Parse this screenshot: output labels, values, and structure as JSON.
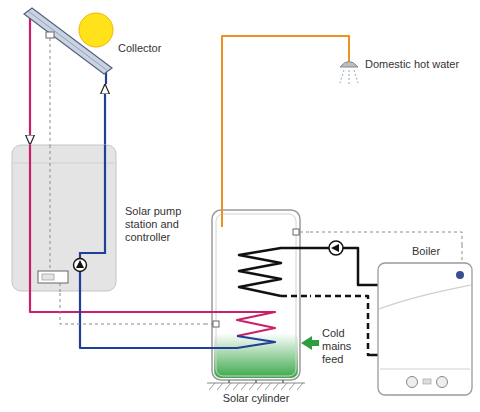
{
  "diagram": {
    "nodes": [
      {
        "text": [
          "Collector"
        ]
      },
      {
        "text": [
          "Domestic hot water"
        ]
      },
      {
        "text": [
          "Solar pump station and controller"
        ]
      },
      {
        "text": [
          "Solar cylinder"
        ]
      },
      {
        "text": [
          "Boiler"
        ]
      }
    ],
    "edges": [
      {
        "from": 0,
        "to": 2,
        "arrow": "to"
      },
      {
        "from": 2,
        "to": 0,
        "arrow": "to"
      },
      {
        "from": 0,
        "to": 2,
        "arrow": "none"
      },
      {
        "from": 2,
        "to": 3,
        "arrow": "none"
      },
      {
        "from": 3,
        "to": 2,
        "arrow": "none"
      },
      {
        "from": 2,
        "to": 3,
        "arrow": "none"
      },
      {
        "from": 3,
        "to": 1,
        "arrow": "none"
      },
      {
        "from": 3,
        "to": 4,
        "arrow": "none"
      },
      {
        "from": 4,
        "to": 3,
        "arrow": "none"
      },
      {
        "from": 3,
        "to": 4,
        "arrow": "none"
      }
    ],
    "labels": [
      "Cold mains feed"
    ]
  }
}
